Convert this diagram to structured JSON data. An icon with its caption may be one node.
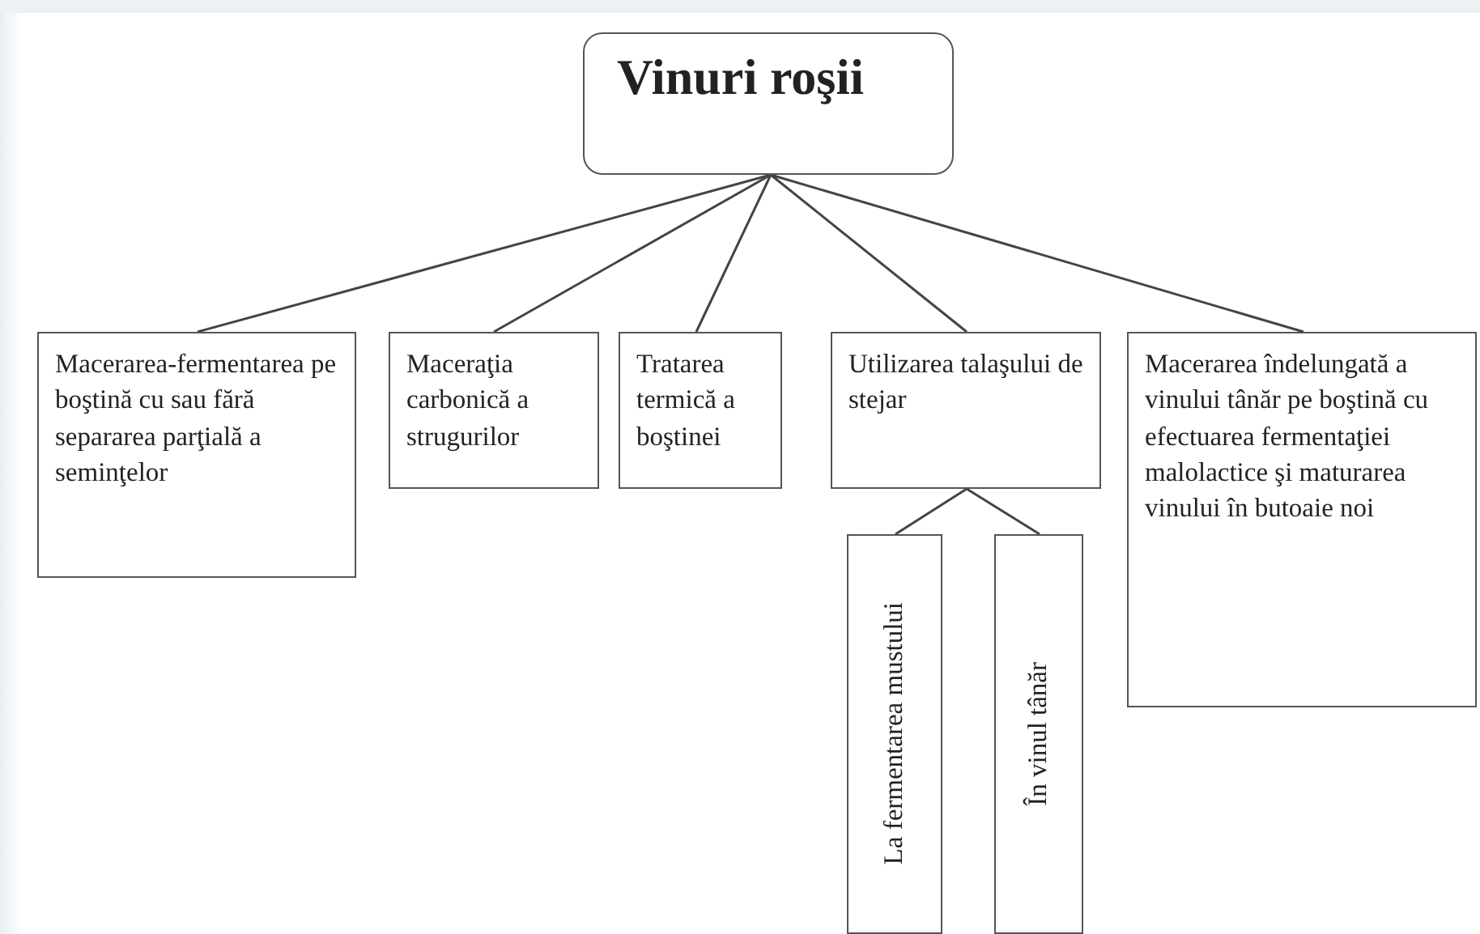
{
  "diagram": {
    "nodes": [
      {
        "text": [
          "Vinuri roşii"
        ]
      },
      {
        "text": [
          "Macerarea-fermentarea pe boştină cu sau fără separarea parţială a seminţelor"
        ]
      },
      {
        "text": [
          "Maceraţia carbonică a strugurilor"
        ]
      },
      {
        "text": [
          "Tratarea termică a boştinei"
        ]
      },
      {
        "text": [
          "Utilizarea talaşului de stejar"
        ]
      },
      {
        "text": [
          "Macerarea îndelungată a vinului tânăr pe boştină cu efectuarea fermentaţiei malolactice şi maturarea vinului în butoaie noi"
        ]
      },
      {
        "text": [
          "La fermentarea mustului"
        ]
      },
      {
        "text": [
          "În vinul tânăr"
        ]
      }
    ],
    "edges": [
      {
        "from": 0,
        "to": 1,
        "arrow": "none"
      },
      {
        "from": 0,
        "to": 2,
        "arrow": "none"
      },
      {
        "from": 0,
        "to": 3,
        "arrow": "none"
      },
      {
        "from": 0,
        "to": 4,
        "arrow": "none"
      },
      {
        "from": 0,
        "to": 5,
        "arrow": "none"
      },
      {
        "from": 4,
        "to": 6,
        "arrow": "none"
      },
      {
        "from": 4,
        "to": 7,
        "arrow": "none"
      }
    ]
  }
}
